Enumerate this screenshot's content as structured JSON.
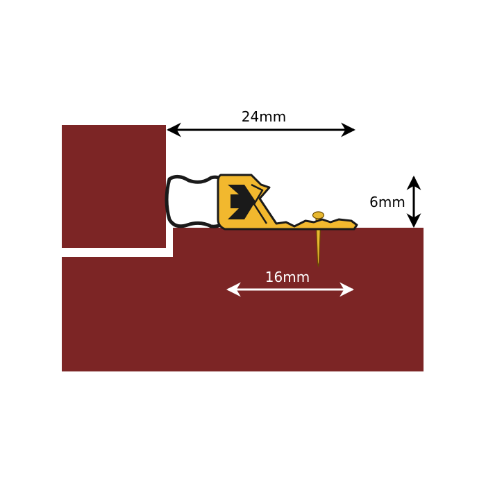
{
  "dimensions": {
    "width_label": "24mm",
    "height_label": "6mm",
    "flange_label": "16mm"
  },
  "colors": {
    "wood": "#7c2525",
    "seal_body": "#f2b82e",
    "seal_outline": "#1a1a1a",
    "bulb_fill": "#ffffff",
    "pin": "#e8b830",
    "arrow_dark": "#000000",
    "arrow_light": "#ffffff",
    "text_dark": "#000000",
    "text_light": "#ffffff",
    "background": "#ffffff"
  }
}
